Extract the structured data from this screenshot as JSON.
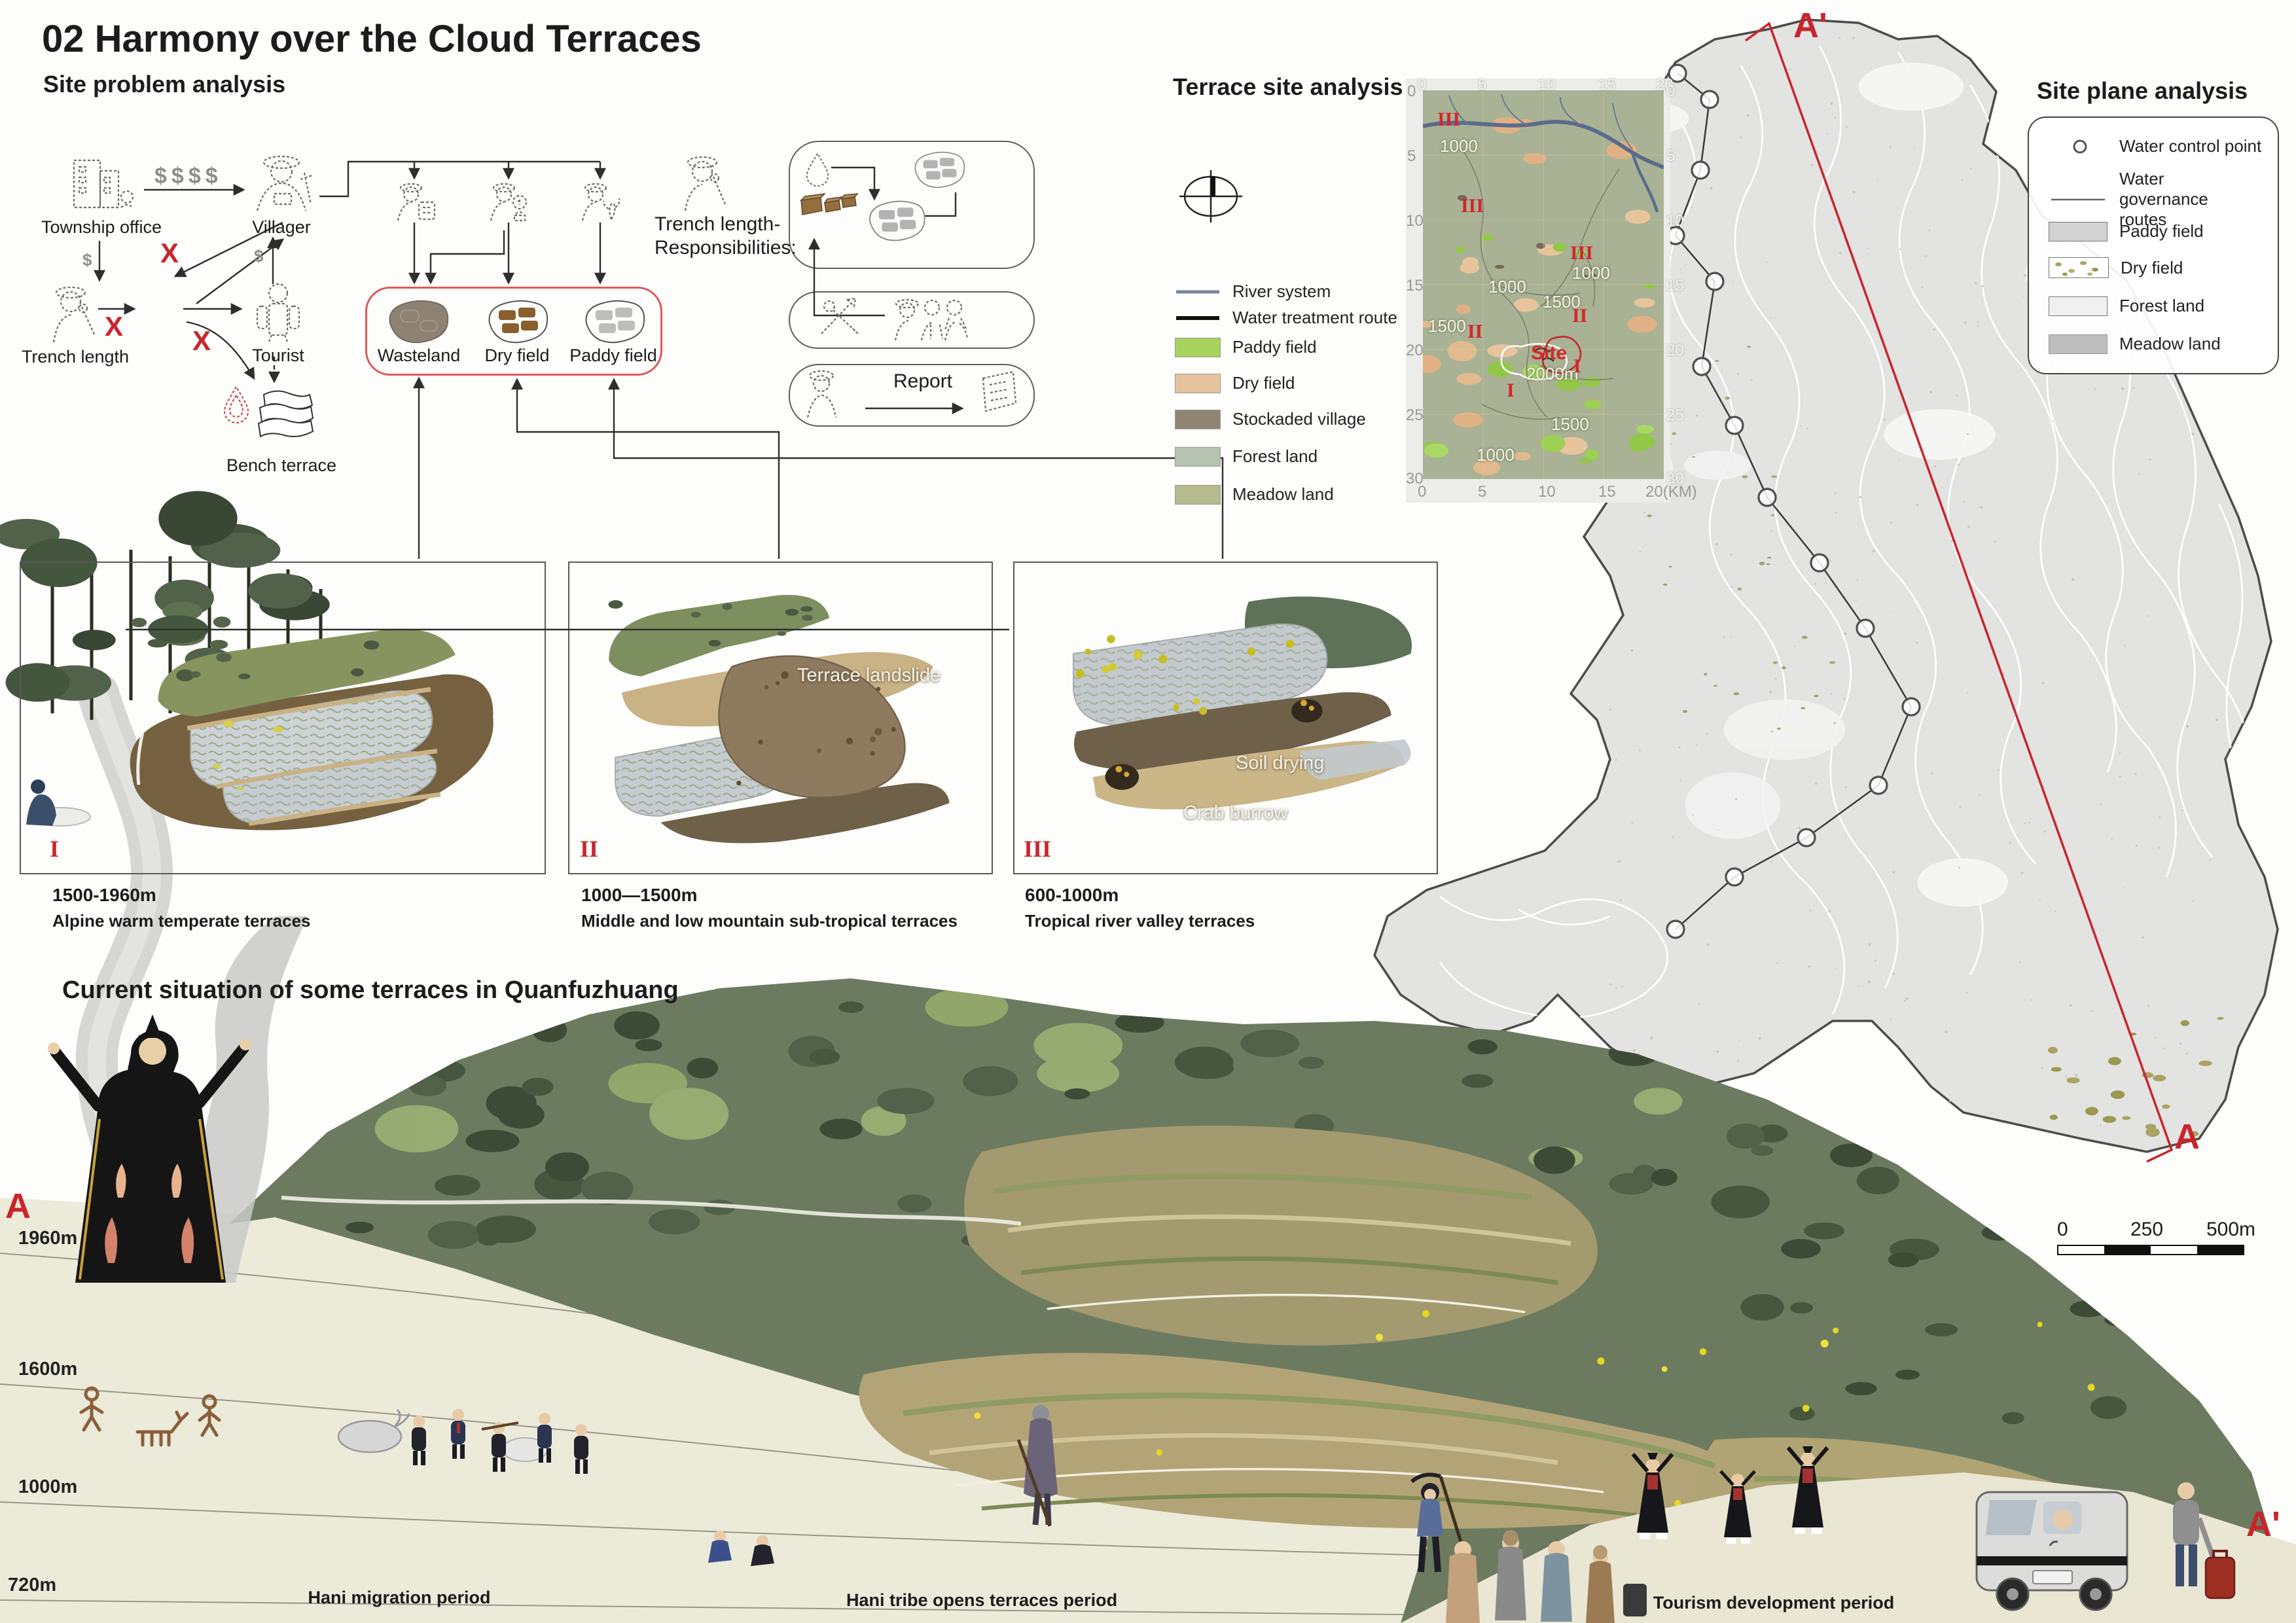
{
  "title": "02 Harmony over the Cloud Terraces",
  "accent_red": "#c9252c",
  "site_problem": {
    "heading": "Site problem analysis",
    "x_mark": "X",
    "money_row": "$$$$",
    "money_one": "$",
    "nodes": {
      "township_office": "Township office",
      "villager": "Villager",
      "trench_length": "Trench length",
      "tourist": "Tourist",
      "bench_terrace": "Bench terrace"
    },
    "fields": {
      "wasteland": "Wasteland",
      "dry_field": "Dry field",
      "paddy_field": "Paddy field"
    },
    "responsibilities_line1": "Trench length-",
    "responsibilities_line2": "Responsibilities:",
    "report": "Report"
  },
  "terrace_site": {
    "heading": "Terrace site analysis",
    "legend": [
      {
        "label": "River system",
        "color": "#7a849c"
      },
      {
        "label": "Water treatment route",
        "color": "#111111"
      },
      {
        "label": "Paddy field",
        "color": "#a7d35c"
      },
      {
        "label": "Dry field",
        "color": "#e6c39c"
      },
      {
        "label": "Stockaded village",
        "color": "#8e8672"
      },
      {
        "label": "Forest land",
        "color": "#b5c3b0"
      },
      {
        "label": "Meadow land",
        "color": "#b5bb8c"
      }
    ],
    "map": {
      "top_ticks": [
        "0",
        "5",
        "10",
        "15",
        "20"
      ],
      "left_ticks": [
        "0",
        "5",
        "10",
        "15",
        "20",
        "25",
        "30"
      ],
      "right_ticks": [
        "0",
        "5",
        "10",
        "15",
        "20",
        "25",
        "30"
      ],
      "bottom_ticks": [
        "0",
        "5",
        "10",
        "15",
        "20(KM)"
      ],
      "labels": [
        {
          "text": "III"
        },
        {
          "text": "1000"
        },
        {
          "text": "III"
        },
        {
          "text": "III"
        },
        {
          "text": "1000"
        },
        {
          "text": "1000"
        },
        {
          "text": "1500"
        },
        {
          "text": "1500"
        },
        {
          "text": "II"
        },
        {
          "text": "II"
        },
        {
          "text": "Site"
        },
        {
          "text": "2000m"
        },
        {
          "text": "I"
        },
        {
          "text": "I"
        },
        {
          "text": "1500"
        },
        {
          "text": "1000"
        }
      ]
    }
  },
  "site_plane": {
    "heading": "Site plane analysis",
    "legend": [
      {
        "label": "Water control point"
      },
      {
        "label": "Water governance routes"
      },
      {
        "label": "Paddy field",
        "color": "#d2d2d2"
      },
      {
        "label": "Dry field",
        "color": "#a9a35f"
      },
      {
        "label": "Forest land",
        "color": "#f0f0f0"
      },
      {
        "label": "Meadow land",
        "color": "#bdbdbd"
      }
    ],
    "section_top": "A'",
    "section_bottom": "A",
    "scale_ticks": [
      "0",
      "250",
      "500m"
    ]
  },
  "zones": [
    {
      "numeral": "I",
      "elevation": "1500-1960m",
      "name": "Alpine warm temperate terraces"
    },
    {
      "numeral": "II",
      "elevation": "1000—1500m",
      "name": "Middle and low mountain sub-tropical terraces",
      "annotation": "Terrace landslide"
    },
    {
      "numeral": "III",
      "elevation": "600-1000m",
      "name": "Tropical river valley terraces",
      "annotation_a": "Soil drying",
      "annotation_b": "Crab burrow"
    }
  ],
  "section": {
    "heading": "Current situation of some terraces in Quanfuzhuang",
    "elevations": [
      "1960m",
      "1600m",
      "1000m",
      "720m"
    ],
    "periods": [
      "Hani migration period",
      "Hani tribe opens terraces period",
      "Tourism development period"
    ],
    "marker_left": "A",
    "marker_right": "A'"
  }
}
